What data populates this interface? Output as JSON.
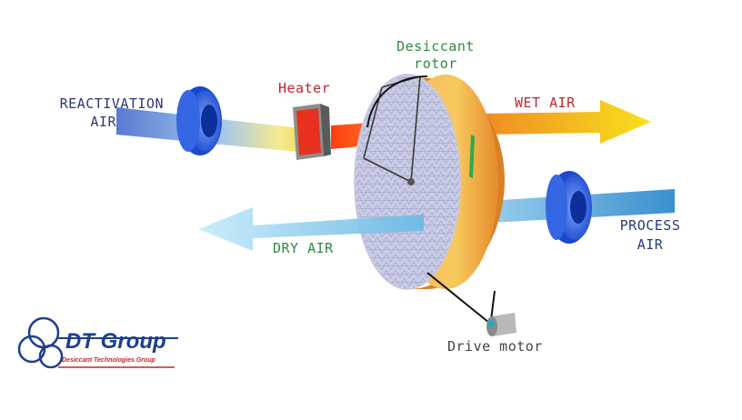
{
  "labels": {
    "reactivation_air_line1": "REACTIVATION",
    "reactivation_air_line2": "AIR",
    "heater": "Heater",
    "desiccant_rotor_line1": "Desiccant",
    "desiccant_rotor_line2": "rotor",
    "wet_air": "WET  AIR",
    "process_air_line1": "PROCESS",
    "process_air_line2": "AIR",
    "dry_air": "DRY  AIR",
    "drive_motor": "Drive  motor"
  },
  "logo": {
    "name": "DT Group",
    "tagline": "Desiccant Technologies Group"
  },
  "colors": {
    "label_navy": "#2b3a78",
    "label_red": "#c0262c",
    "label_green": "#2f8a3c",
    "label_gray": "#444444",
    "fan_blue": "#1f53d6",
    "rotor_face": "#c7c9e3",
    "rotor_rim": "#f0a84a",
    "heater_red": "#e8301e"
  }
}
